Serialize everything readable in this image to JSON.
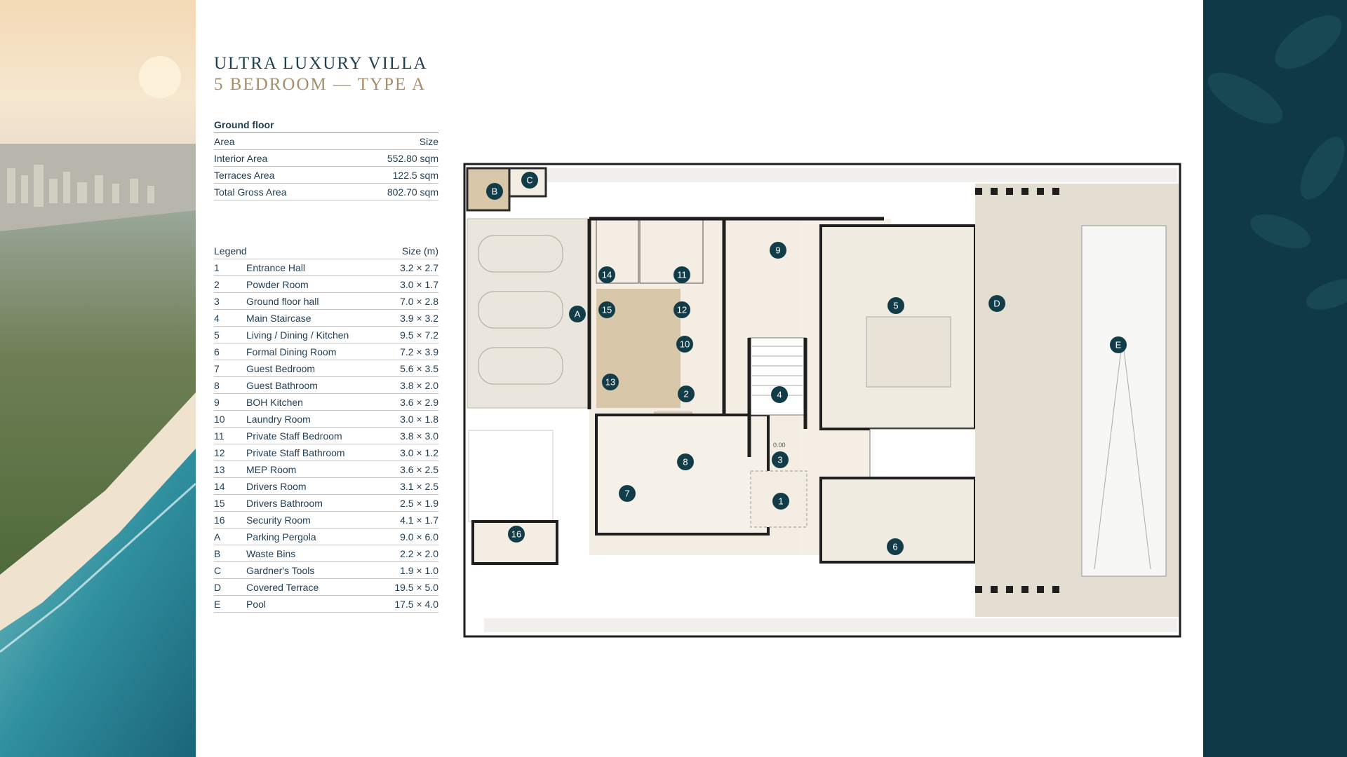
{
  "title": {
    "line1": "ULTRA LUXURY VILLA",
    "line2": "5 BEDROOM — TYPE A"
  },
  "ground_floor": {
    "heading": "Ground floor",
    "col_area": "Area",
    "col_size": "Size",
    "rows": [
      {
        "label": "Interior Area",
        "size": "552.80 sqm"
      },
      {
        "label": "Terraces Area",
        "size": "122.5 sqm"
      },
      {
        "label": "Total Gross Area",
        "size": "802.70 sqm"
      }
    ]
  },
  "legend": {
    "heading": "Legend",
    "col_size": "Size (m)",
    "items": [
      {
        "key": "1",
        "name": "Entrance Hall",
        "size": "3.2 × 2.7"
      },
      {
        "key": "2",
        "name": "Powder Room",
        "size": "3.0 × 1.7"
      },
      {
        "key": "3",
        "name": "Ground floor hall",
        "size": "7.0 × 2.8"
      },
      {
        "key": "4",
        "name": "Main Staircase",
        "size": "3.9 × 3.2"
      },
      {
        "key": "5",
        "name": "Living / Dining / Kitchen",
        "size": "9.5 × 7.2"
      },
      {
        "key": "6",
        "name": "Formal Dining Room",
        "size": "7.2 × 3.9"
      },
      {
        "key": "7",
        "name": "Guest Bedroom",
        "size": "5.6 × 3.5"
      },
      {
        "key": "8",
        "name": "Guest Bathroom",
        "size": "3.8 × 2.0"
      },
      {
        "key": "9",
        "name": "BOH Kitchen",
        "size": "3.6 × 2.9"
      },
      {
        "key": "10",
        "name": "Laundry Room",
        "size": "3.0 × 1.8"
      },
      {
        "key": "11",
        "name": "Private Staff Bedroom",
        "size": "3.8 × 3.0"
      },
      {
        "key": "12",
        "name": "Private Staff Bathroom",
        "size": "3.0 × 1.2"
      },
      {
        "key": "13",
        "name": "MEP Room",
        "size": "3.6 × 2.5"
      },
      {
        "key": "14",
        "name": "Drivers Room",
        "size": "3.1 × 2.5"
      },
      {
        "key": "15",
        "name": "Drivers Bathroom",
        "size": "2.5 × 1.9"
      },
      {
        "key": "16",
        "name": "Security Room",
        "size": "4.1 × 1.7"
      },
      {
        "key": "A",
        "name": "Parking Pergola",
        "size": "9.0 × 6.0"
      },
      {
        "key": "B",
        "name": "Waste Bins",
        "size": "2.2 × 2.0"
      },
      {
        "key": "C",
        "name": "Gardner's Tools",
        "size": "1.9 × 1.0"
      },
      {
        "key": "D",
        "name": "Covered Terrace",
        "size": "19.5 × 5.0"
      },
      {
        "key": "E",
        "name": "Pool",
        "size": "17.5 × 4.0"
      }
    ]
  },
  "plan": {
    "level_mark": "0.00",
    "markers": [
      "1",
      "2",
      "3",
      "4",
      "5",
      "6",
      "7",
      "8",
      "9",
      "10",
      "11",
      "12",
      "13",
      "14",
      "15",
      "16",
      "A",
      "B",
      "C",
      "D",
      "E"
    ]
  },
  "colors": {
    "navy": "#16354a",
    "gold": "#a58e6a",
    "teal_panel": "#0f3a45",
    "badge": "#123c48",
    "room_tan": "#d9c7aa",
    "floor_cream": "#f3ede3",
    "terrace_stone": "#e4ddd2",
    "pool": "#f7f7f6"
  },
  "icons": {
    "left_image": "aerial-coastal-resort-photo",
    "right_image": "leaf-pattern-panel"
  }
}
